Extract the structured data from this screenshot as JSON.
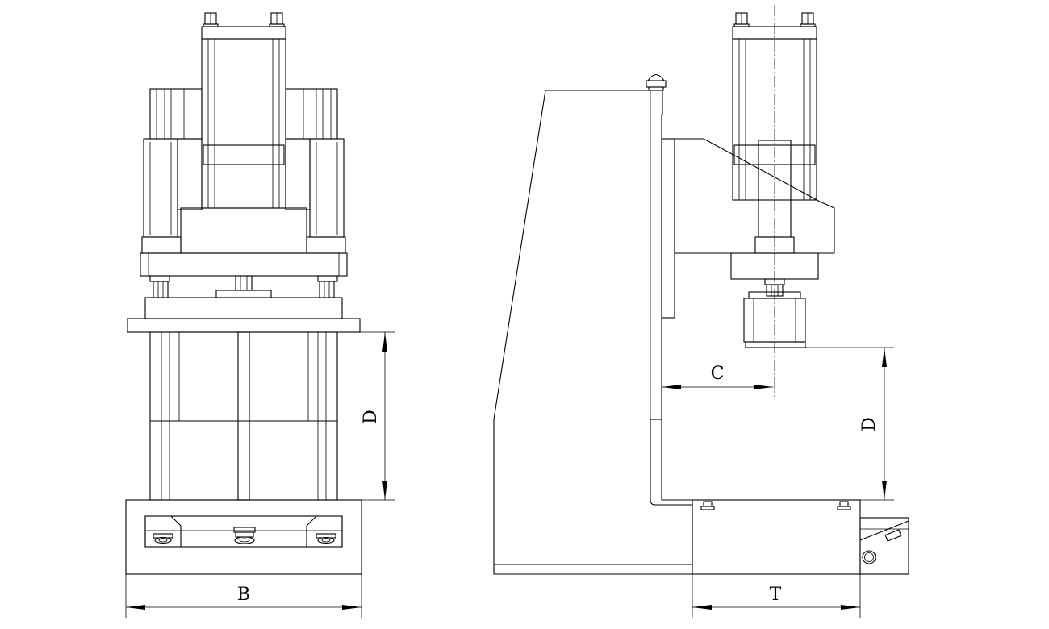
{
  "drawing": {
    "front_view": {
      "dim_width_label": "B",
      "dim_height_label": "D"
    },
    "side_view": {
      "dim_throat_label": "C",
      "dim_height_label": "D",
      "dim_depth_label": "T"
    }
  }
}
